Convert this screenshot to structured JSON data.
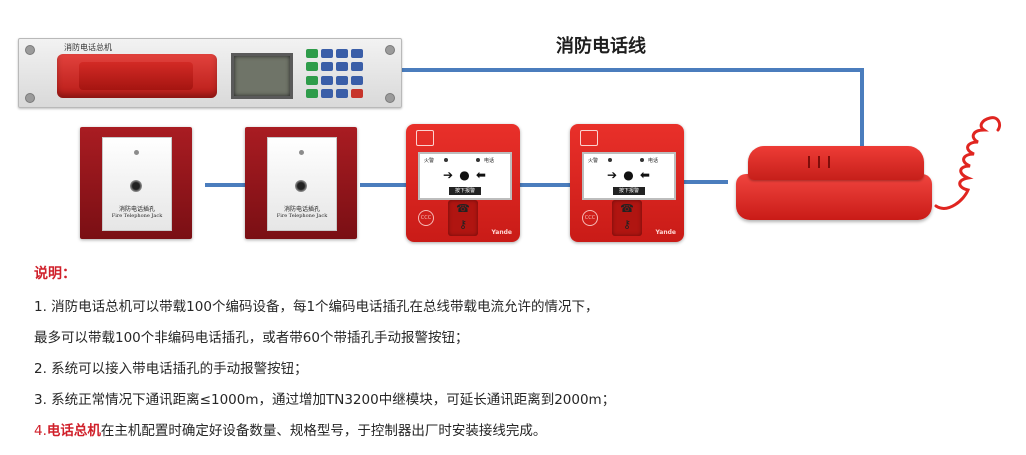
{
  "diagram": {
    "line_title": "消防电话线",
    "host": {
      "panel_label": "消防电话总机",
      "key_count": 16
    },
    "jacks": [
      {
        "label_cn": "消防电话插孔",
        "label_en": "Fire Telephone Jack"
      },
      {
        "label_cn": "消防电话插孔",
        "label_en": "Fire Telephone Jack"
      }
    ],
    "call_points": [
      {
        "label_fire": "火警",
        "label_phone": "电话",
        "arrows": "➔ ● ⬅",
        "press_text": "按下报警",
        "ring_text": "CCC",
        "brand": "Yande"
      },
      {
        "label_fire": "火警",
        "label_phone": "电话",
        "arrows": "➔ ● ⬅",
        "press_text": "按下报警",
        "ring_text": "CCC",
        "brand": "Yande"
      }
    ],
    "colors": {
      "wire": "#4b7dbd",
      "device_red": "#d7211c",
      "note_red": "#d0202a"
    }
  },
  "notes": {
    "heading": "说明：",
    "line1": "1. 消防电话总机可以带载100个编码设备，每1个编码电话插孔在总线带载电流允许的情况下，",
    "line2": "最多可以带载100个非编码电话插孔，或者带60个带插孔手动报警按钮；",
    "line3": "2. 系统可以接入带电话插孔的手动报警按钮；",
    "line4": "3. 系统正常情况下通讯距离≤1000m，通过增加TN3200中继模块，可延长通讯距离到2000m；",
    "line5_prefix": "4.",
    "line5_highlight": "电话总机",
    "line5_rest": "在主机配置时确定好设备数量、规格型号，于控制器出厂时安装接线完成。"
  }
}
